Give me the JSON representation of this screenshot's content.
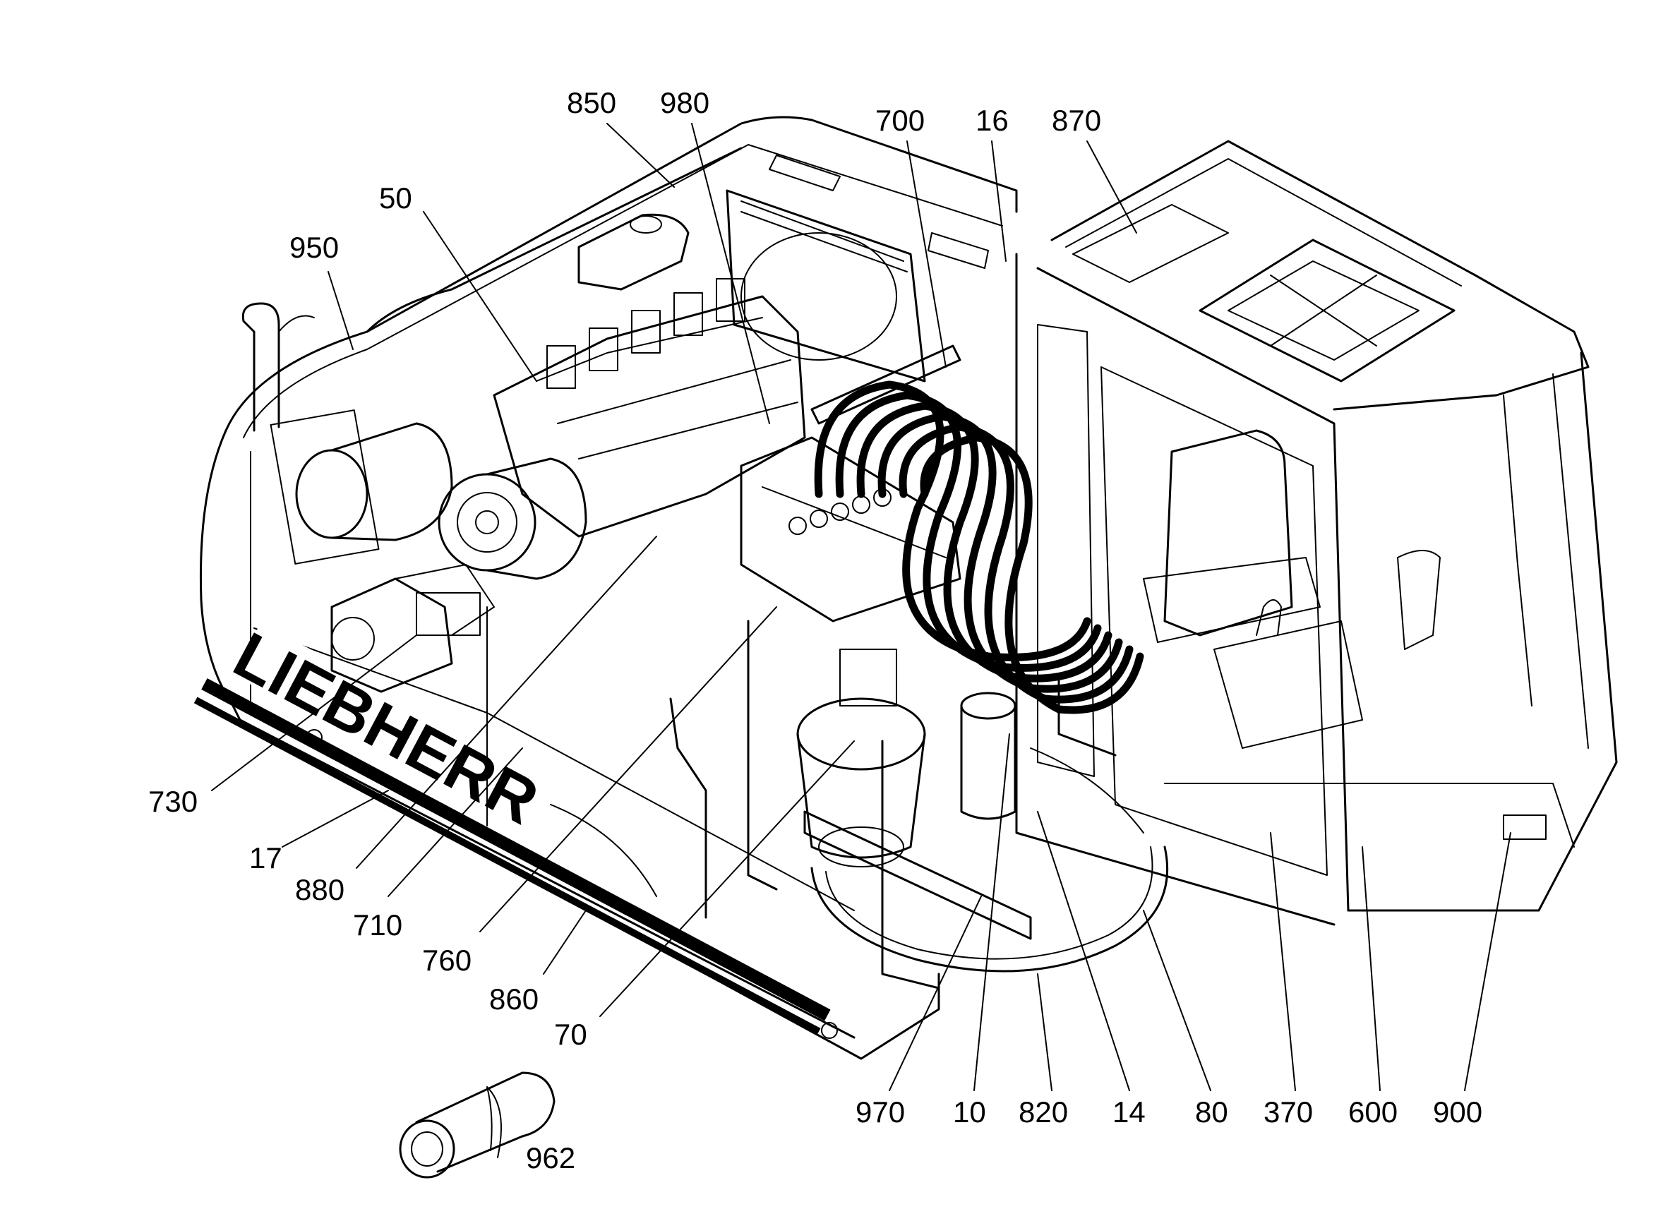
{
  "diagram": {
    "brand_text": "LIEBHERR",
    "callouts": [
      {
        "id": "850",
        "label": "850"
      },
      {
        "id": "980",
        "label": "980"
      },
      {
        "id": "700",
        "label": "700"
      },
      {
        "id": "16",
        "label": "16"
      },
      {
        "id": "870",
        "label": "870"
      },
      {
        "id": "50",
        "label": "50"
      },
      {
        "id": "950",
        "label": "950"
      },
      {
        "id": "730",
        "label": "730"
      },
      {
        "id": "17",
        "label": "17"
      },
      {
        "id": "880",
        "label": "880"
      },
      {
        "id": "710",
        "label": "710"
      },
      {
        "id": "760",
        "label": "760"
      },
      {
        "id": "860",
        "label": "860"
      },
      {
        "id": "70",
        "label": "70"
      },
      {
        "id": "970",
        "label": "970"
      },
      {
        "id": "10",
        "label": "10"
      },
      {
        "id": "820",
        "label": "820"
      },
      {
        "id": "14",
        "label": "14"
      },
      {
        "id": "80",
        "label": "80"
      },
      {
        "id": "370",
        "label": "370"
      },
      {
        "id": "600",
        "label": "600"
      },
      {
        "id": "900",
        "label": "900"
      },
      {
        "id": "962",
        "label": "962"
      }
    ]
  }
}
